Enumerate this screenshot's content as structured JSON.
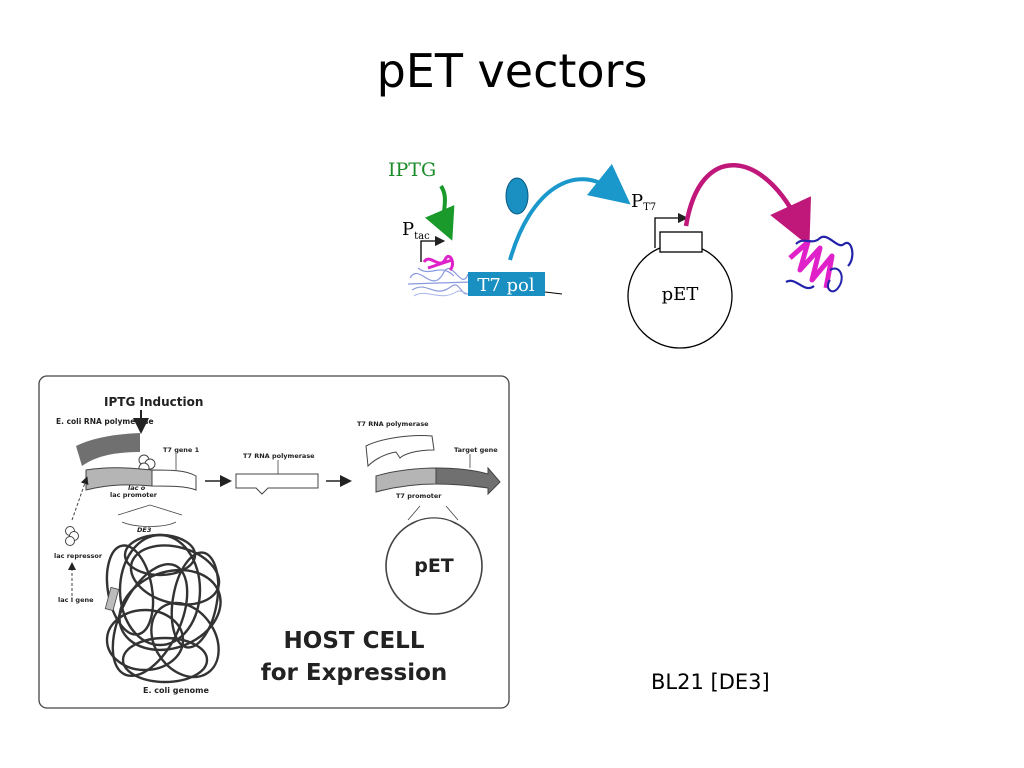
{
  "slide": {
    "title": "pET vectors"
  },
  "top_diagram": {
    "inducer": "IPTG",
    "promoter_main": "P",
    "promoter_sub": "tac",
    "polymerase_label": "T7 pol",
    "t7_promoter_main": "P",
    "t7_promoter_sub": "T7",
    "plasmid_label": "pET",
    "colors": {
      "iptg_text": "#1a8c2a",
      "iptg_arrow": "#1a9a2a",
      "polymerase_box": "#1a8fc2",
      "polymerase_arrow": "#1a98cc",
      "expression_arrow": "#c0187a",
      "protein": "#e020c8",
      "repressor": "#7788dd"
    }
  },
  "figure": {
    "induction_label": "IPTG Induction",
    "ecoli_rna_pol": "E. coli RNA polymerase",
    "t7_gene1": "T7 gene 1",
    "lac_o": "lac o",
    "lac_promoter": "lac promoter",
    "de3": "DE3",
    "lac_repressor": "lac repressor",
    "lacI_gene": "lac I gene",
    "ecoli_genome": "E. coli genome",
    "t7_rna_polymerase": "T7 RNA polymerase",
    "t7_rna_polymerase_right": "T7 RNA polymerase",
    "target_gene": "Target gene",
    "t7_promoter": "T7 promoter",
    "pet": "pET",
    "host_cell_line1": "HOST CELL",
    "host_cell_line2": "for Expression"
  },
  "strain_label": "BL21 [DE3]"
}
